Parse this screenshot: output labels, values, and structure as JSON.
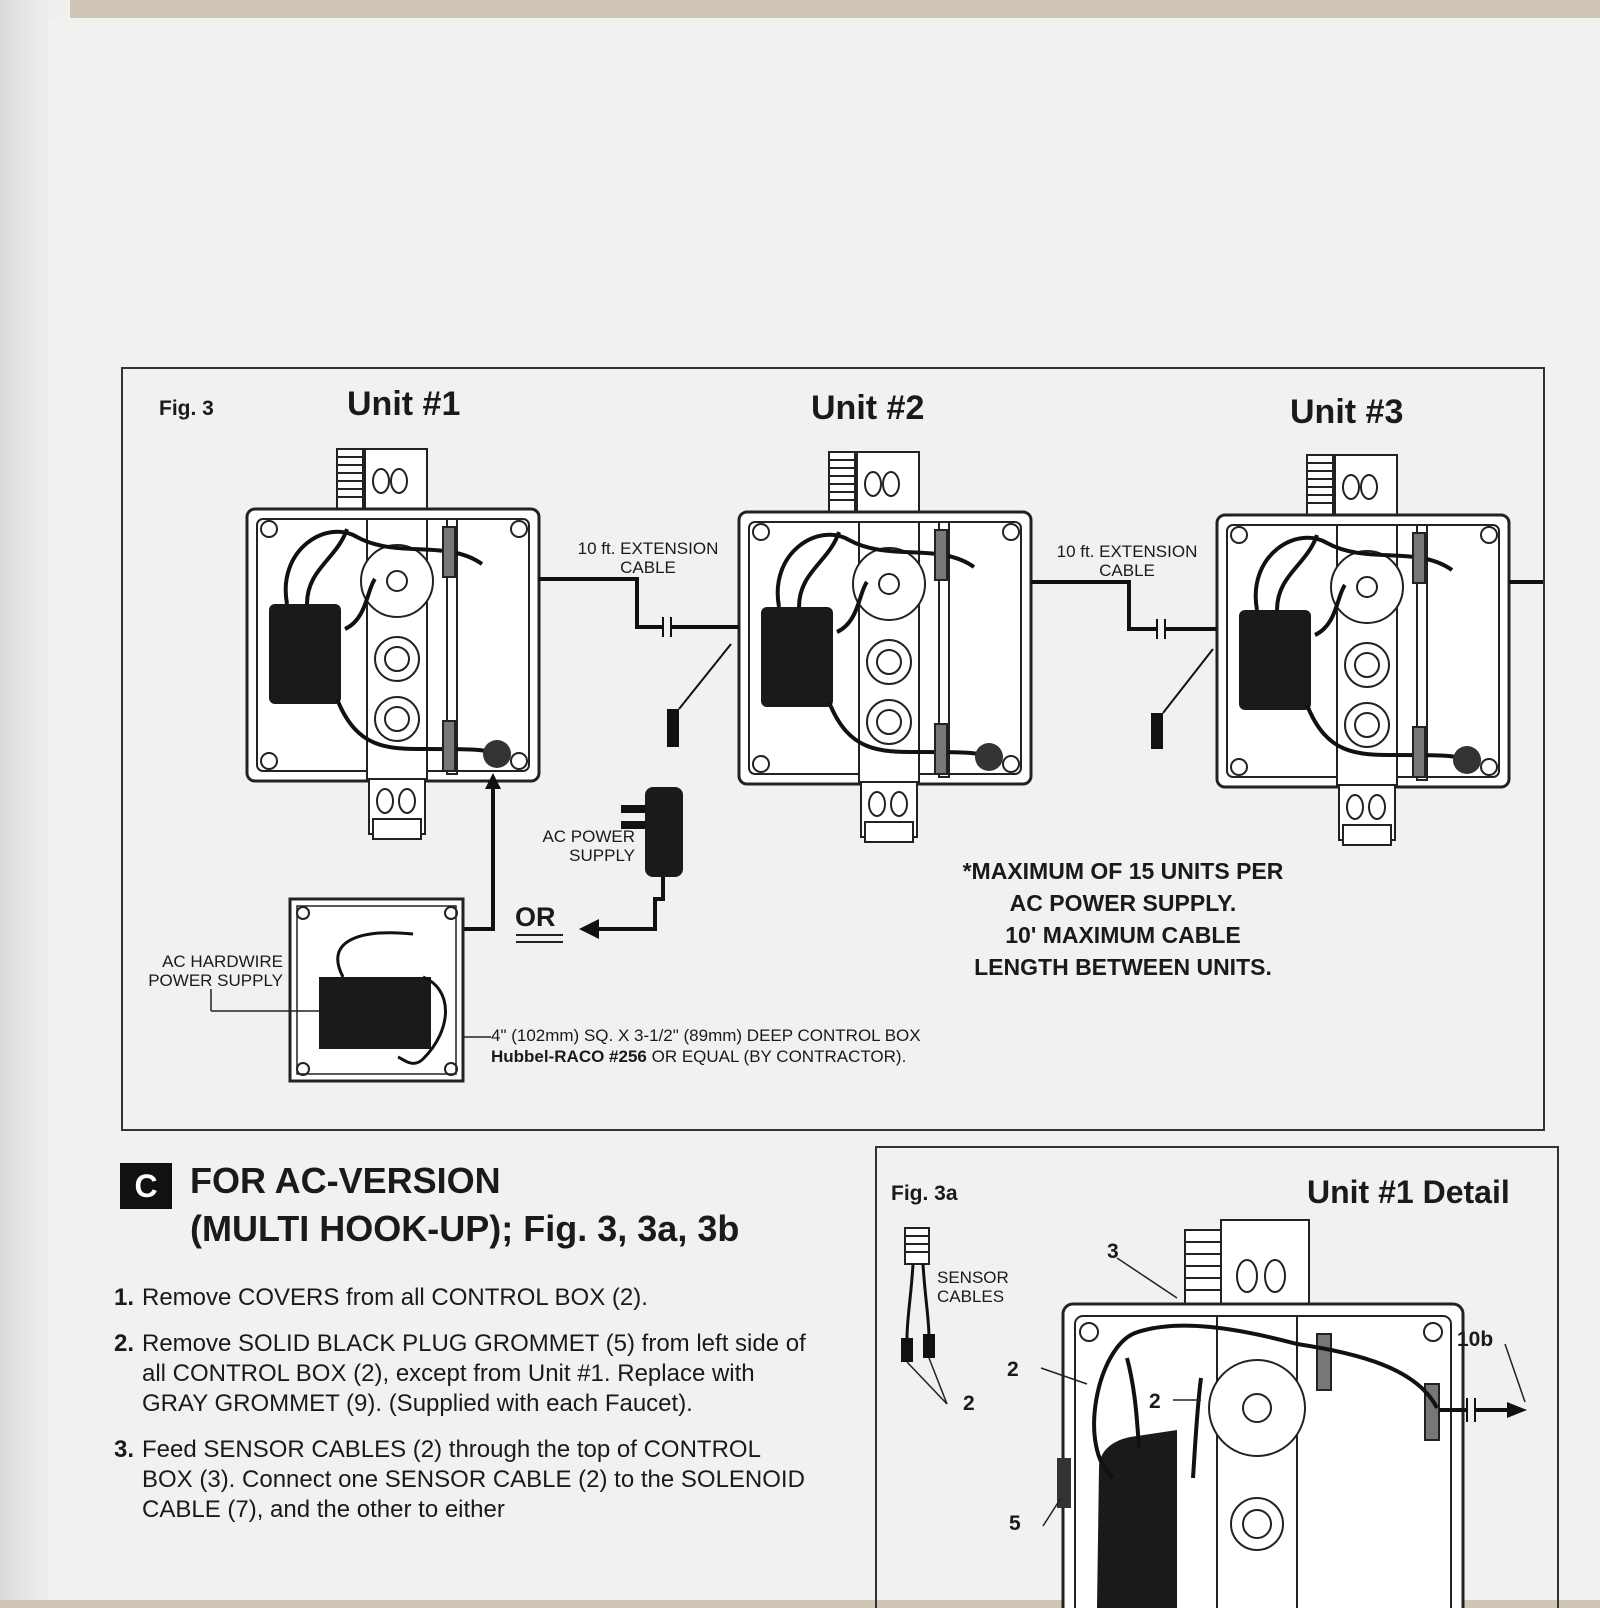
{
  "fig3": {
    "label": "Fig. 3",
    "unit1": "Unit #1",
    "unit2": "Unit #2",
    "unit3": "Unit #3",
    "ext_cable_1": [
      "10 ft. EXTENSION",
      "CABLE"
    ],
    "ext_cable_2": [
      "10 ft. EXTENSION",
      "CABLE"
    ],
    "ac_power_supply": [
      "AC POWER",
      "SUPPLY"
    ],
    "or": "OR",
    "ac_hardwire": [
      "AC HARDWIRE",
      "POWER SUPPLY"
    ],
    "control_box_line1": "4\" (102mm) SQ. X 3-1/2\" (89mm) DEEP CONTROL BOX",
    "control_box_line2_bold": "Hubbel-RACO #256",
    "control_box_line2_rest": " OR EQUAL (BY CONTRACTOR).",
    "note": [
      "*MAXIMUM OF 15 UNITS PER",
      "AC POWER SUPPLY.",
      "10' MAXIMUM CABLE",
      "LENGTH BETWEEN UNITS."
    ]
  },
  "section": {
    "badge": "C",
    "title_line1": "FOR AC-VERSION",
    "title_line2": "(MULTI HOOK-UP); Fig. 3, 3a, 3b"
  },
  "steps": [
    {
      "num": "1.",
      "text": "Remove COVERS from all CONTROL BOX (2)."
    },
    {
      "num": "2.",
      "text": "Remove SOLID BLACK PLUG GROMMET (5) from left side of all CONTROL BOX (2), except from Unit #1. Replace with GRAY GROMMET (9). (Supplied with each Faucet)."
    },
    {
      "num": "3.",
      "text": "Feed SENSOR CABLES (2) through the top of CONTROL BOX (3). Connect one SENSOR CABLE (2) to the SOLENOID CABLE (7), and the other to either"
    }
  ],
  "fig3a": {
    "label": "Fig. 3a",
    "title": "Unit #1 Detail",
    "sensor_cables": [
      "SENSOR",
      "CABLES"
    ],
    "callouts": [
      "3",
      "2",
      "2",
      "2",
      "10b",
      "5"
    ]
  }
}
